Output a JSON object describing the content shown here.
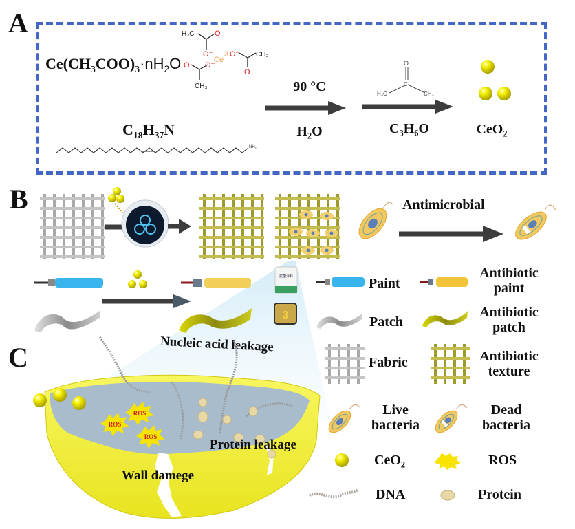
{
  "panels": {
    "a": {
      "letter": "A"
    },
    "b": {
      "letter": "B"
    },
    "c": {
      "letter": "C"
    }
  },
  "panel_a": {
    "precursor_formula_pre": "Ce(CH",
    "precursor_formula_sub1": "3",
    "precursor_formula_mid": "COO)",
    "precursor_formula_sub2": "3",
    "precursor_formula_post": "·nH",
    "precursor_formula_sub3": "2",
    "precursor_formula_end": "O",
    "acetate_structure": {
      "ce_label": "Ce",
      "ce_charge": "3",
      "h3c": "H₃C",
      "ch3_a": "CH₃",
      "ch3_b": "CH₃",
      "o": "O",
      "o_minus": "O⁻"
    },
    "amine_formula_c": "C",
    "amine_formula_c_sub": "18",
    "amine_formula_h": "H",
    "amine_formula_h_sub": "37",
    "amine_formula_n": "N",
    "amine_end_label": "NH₂",
    "step1_top": "90 °C",
    "step1_bottom_pre": "H",
    "step1_bottom_sub": "2",
    "step1_bottom_post": "O",
    "acetone_structure": {
      "o": "O",
      "c": "C",
      "h3c": "H₃C",
      "ch3": "CH₃"
    },
    "step2_bottom_c": "C",
    "step2_bottom_c_sub": "3",
    "step2_bottom_h": "H",
    "step2_bottom_h_sub": "6",
    "step2_bottom_o": "O",
    "product_pre": "CeO",
    "product_sub": "2"
  },
  "panel_b": {
    "antimicrobial_label": "Antimicrobial",
    "jar_label": "抗菌涂料",
    "badge_number": "3"
  },
  "panel_c": {
    "nucleic_label": "Nucleic acid leakage",
    "protein_label": "Protein leakage",
    "wall_label": "Wall damege",
    "ros_labels": [
      "ROS",
      "ROS",
      "ROS"
    ]
  },
  "legend": {
    "paint": "Paint",
    "antibiotic_paint_1": "Antibiotic",
    "antibiotic_paint_2": "paint",
    "patch": "Patch",
    "antibiotic_patch_1": "Antibiotic",
    "antibiotic_patch_2": "patch",
    "fabric": "Fabric",
    "antibiotic_texture_1": "Antibiotic",
    "antibiotic_texture_2": "texture",
    "live_1": "Live",
    "live_2": "bacteria",
    "dead_1": "Dead",
    "dead_2": "bacteria",
    "ceo2_pre": "CeO",
    "ceo2_sub": "2",
    "ros": "ROS",
    "dna": "DNA",
    "protein": "Protein"
  },
  "colors": {
    "dash_border": "#4466c4",
    "arrow": "#3d3d3d",
    "nanoparticle": "#f4f000",
    "oxygen_red": "#e02020",
    "cerium_orange": "#f0a050",
    "cell_wall": "#f2f040",
    "cytoplasm": "#a9bccb",
    "paint_blue": "#3ab4ec",
    "paint_yellow": "#f2c43a",
    "fabric_gray": "#9a9a9a",
    "fabric_gold": "#a9a23a"
  }
}
